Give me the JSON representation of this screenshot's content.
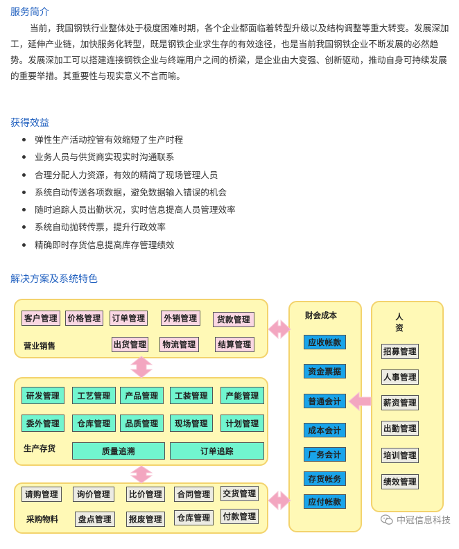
{
  "intro": {
    "heading": "服务简介",
    "paragraph": "当前，我国钢铁行业整体处于极度困难时期，各个企业都面临着转型升级以及结构调整等重大转变。发展深加工，延伸产业链，加快服务化转型，既是钢铁企业求生存的有效途径，也是当前我国钢铁企业不断发展的必然趋势。发展深加工可以搭建连接钢铁企业与终端用户之间的桥梁，是企业由大变强、创新驱动，推动自身可持续发展的重要举措。其重要性与现实意义不言而喻。"
  },
  "benefits": {
    "heading": "获得效益",
    "items": [
      "弹性生产活动控管有效缩短了生产时程",
      "业务人员与供货商实现实时沟通联系",
      "合理分配人力资源，有效的精简了现场管理人员",
      "系统自动传送各项数据，避免数据输入错误的机会",
      "随时追踪人员出勤状况，实时信息提高人员管理效率",
      "系统自动抛转传票，提升行政效率",
      "精确即时存货信息提高库存管理绩效"
    ]
  },
  "solution": {
    "heading": "解决方案及系统特色",
    "sales": {
      "label": "营业销售",
      "modules": [
        "客户管理",
        "价格管理",
        "订单管理",
        "外销管理",
        "货款管理",
        "出货管理",
        "物流管理",
        "结算管理"
      ]
    },
    "production": {
      "label": "生产存货",
      "modules": [
        "研发管理",
        "工艺管理",
        "产品管理",
        "工装管理",
        "产能管理",
        "委外管理",
        "仓库管理",
        "品质管理",
        "现场管理",
        "计划管理",
        "质量追溯",
        "订单追踪"
      ]
    },
    "purchasing": {
      "label": "采购物料",
      "modules": [
        "请购管理",
        "询价管理",
        "比价管理",
        "合同管理",
        "交货管理",
        "盘点管理",
        "报废管理",
        "仓库管理",
        "付款管理"
      ]
    },
    "finance": {
      "label": "财会成本",
      "modules": [
        "应收帐款",
        "资金票据",
        "普通会计",
        "成本会计",
        "厂务会计",
        "存货帐务",
        "应付帐款"
      ]
    },
    "hr": {
      "label": "人资",
      "modules": [
        "招募管理",
        "人事管理",
        "薪资管理",
        "出勤管理",
        "培训管理",
        "绩效管理"
      ]
    }
  },
  "watermark": "中冠信息科技",
  "colors": {
    "heading": "#1f5fbf",
    "panel": "#fff9b6",
    "panel_border": "#f3d36d",
    "pink": "#fad7e3",
    "mint": "#71f5cf",
    "blue": "#19a4ea",
    "arrow": "#f3a6c0"
  }
}
